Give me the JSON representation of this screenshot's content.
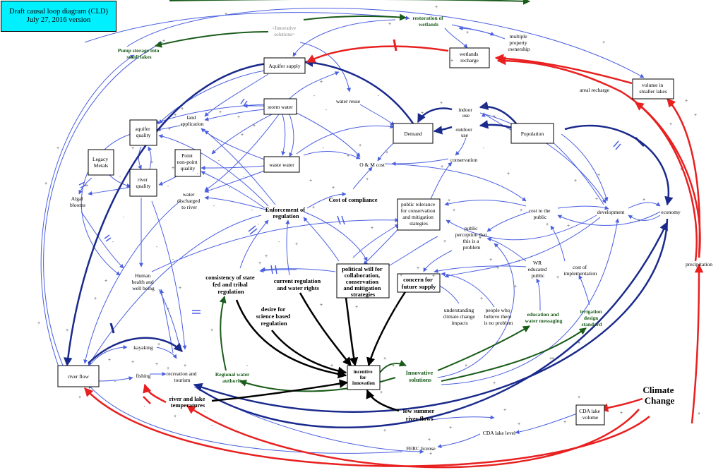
{
  "title": {
    "line1": "Draft causal loop diagram (CLD)",
    "line2": "July 27, 2016 version"
  },
  "colors": {
    "blue": "#4a5fe0",
    "navy": "#1a2a8c",
    "red": "#e82020",
    "green": "#1a5c1a",
    "black": "#000000",
    "title_bg": "#00f0ff"
  },
  "nodes": {
    "aquifer_supply": "Aquifer supply",
    "storm_water": "storm water",
    "waste_water": "waste water",
    "demand": "Demand",
    "population": "Population",
    "wetlands_recharge": [
      "wetlands",
      "recharge"
    ],
    "volume_smaller_lakes": [
      "volume in",
      "smaller lakes"
    ],
    "aquifer_quality": [
      "aquifer",
      "quality"
    ],
    "river_quality": [
      "river",
      "quality"
    ],
    "point_nonpoint": [
      "Point",
      "non-point",
      "quality"
    ],
    "legacy_metals": [
      "Legacy",
      "Metals"
    ],
    "public_tolerance": [
      "public tolerance",
      "for conservation",
      "and mitigation",
      "stategies"
    ],
    "political_will": [
      "political will for",
      "collaboration,",
      "conservation",
      "and mitigation",
      "strategies"
    ],
    "concern_future": [
      "concern for",
      "future supply"
    ],
    "incentive": [
      "incentive",
      "for",
      "innovation"
    ],
    "river_flow": "river flow",
    "cda_lake_volume": [
      "CDA lake",
      "volume"
    ]
  },
  "labels": {
    "innovative_solutions_gray": [
      "<Innovative",
      "solutions>"
    ],
    "restoration_wetlands": [
      "restoration of",
      "wetlands"
    ],
    "multiple_property": [
      "multiple",
      "property",
      "ownership"
    ],
    "pump_storage": [
      "Pump storage into",
      "small lakes"
    ],
    "areal_recharge": "areal recharge",
    "water_reuse": "water reuse",
    "indoor_use": [
      "indoor",
      "use"
    ],
    "outdoor_use": [
      "outdoor",
      "use"
    ],
    "land_application": [
      "land",
      "application"
    ],
    "conservation": "conservation",
    "om_cost": "O & M cost",
    "water_discharged": [
      "water",
      "discharged",
      "to river"
    ],
    "algal_blooms": [
      "Algal",
      "blooms"
    ],
    "enforcement": [
      "Enforcement of",
      "regulation"
    ],
    "cost_compliance": "Cost of compliance",
    "cost_public": [
      "cost to the",
      "public"
    ],
    "development": "development",
    "economy": "economy",
    "public_perception": [
      "public",
      "perception that",
      "this is a",
      "problem"
    ],
    "human_health": [
      "Human",
      "health and",
      "well being"
    ],
    "consistency": [
      "consistency of state",
      "fed and tribal",
      "regulation"
    ],
    "current_regulation": [
      "current regulation",
      "and water rights"
    ],
    "desire_science": [
      "desire for",
      "science based",
      "regulation"
    ],
    "wr_educated": [
      "WR",
      "educated",
      "public"
    ],
    "cost_implementation": [
      "cost of",
      "implementation"
    ],
    "precipitation": "precipitation",
    "understanding_climate": [
      "understanding",
      "climate change",
      "impacts"
    ],
    "people_believe": [
      "people who",
      "believe there",
      "is no problem"
    ],
    "education_messaging": [
      "education and",
      "water messaging"
    ],
    "irrigation_design": [
      "irrigation",
      "design",
      "standard"
    ],
    "kayaking": "kayaking",
    "fishing": "fishing",
    "recreation_tourism": [
      "recreation and",
      "tourism"
    ],
    "regional_water": [
      "Regional water",
      "authority"
    ],
    "innovative_solutions": [
      "Innovative",
      "solutions"
    ],
    "climate_change": [
      "Climate",
      "Change"
    ],
    "river_lake_temp": [
      "river and lake",
      "temperatures"
    ],
    "low_summer": [
      "low summer",
      "river flows"
    ],
    "cda_lake_level": "CDA lake level",
    "ferc_license": "FERC license"
  }
}
